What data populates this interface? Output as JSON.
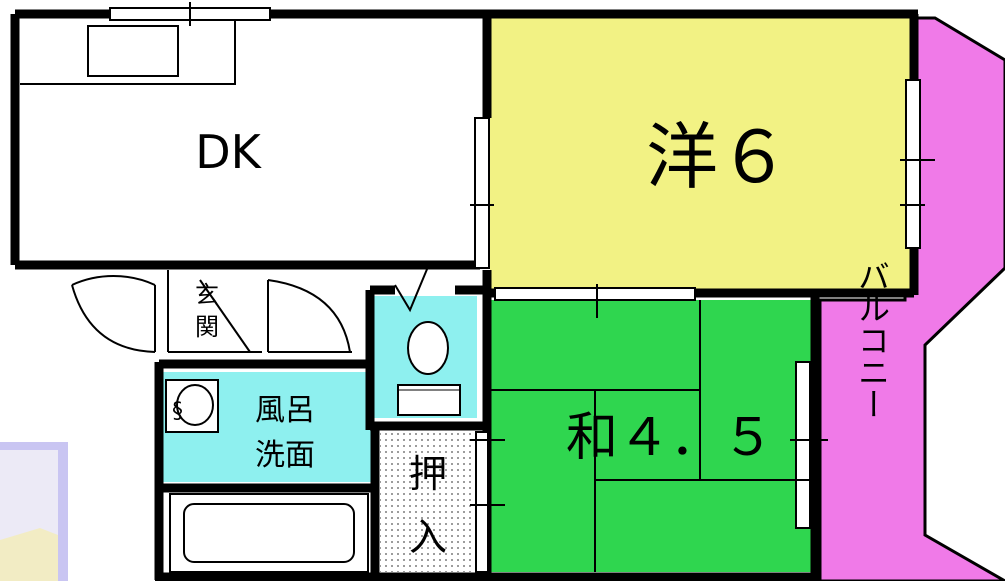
{
  "rooms": {
    "dk": "DK",
    "western": "洋６",
    "japanese": "和４．５",
    "entrance_1": "玄",
    "entrance_2": "関",
    "bath_1": "風呂",
    "bath_2": "洗面",
    "closet_1": "押",
    "closet_2": "入",
    "balcony": "バルコニー"
  },
  "colors": {
    "western": "#f2f284",
    "japanese": "#2fd64f",
    "wet_area": "#8ef0ef",
    "balcony": "#f07ae8",
    "wall": "#000000",
    "photo_tint": "#c9c5f2"
  }
}
